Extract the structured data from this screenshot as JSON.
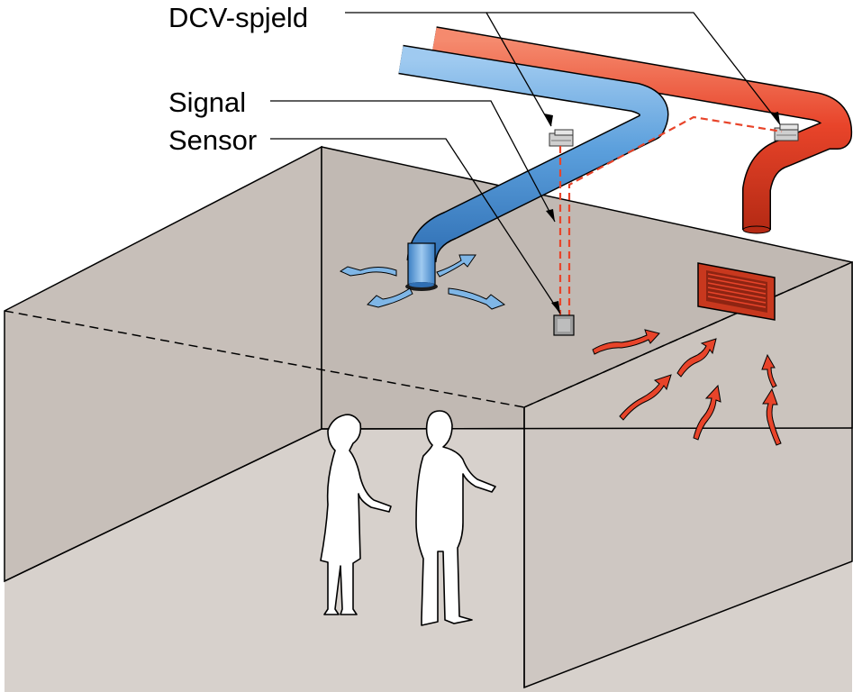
{
  "labels": {
    "dcv_damper": "DCV-spjeld",
    "signal": "Signal",
    "sensor": "Sensor"
  },
  "colors": {
    "wall": "#c7bfb9",
    "floor": "#d7d1cc",
    "supply_duct": "#5b9fdc",
    "return_duct": "#e8442a",
    "signal_line": "#e8442a",
    "grille": "#c8381e",
    "person": "#ffffff",
    "outline": "#000000"
  },
  "icons": [
    "supply-air-arrow-icon",
    "exhaust-air-arrow-icon",
    "dcv-damper-icon",
    "co2-sensor-icon",
    "exhaust-grille-icon",
    "person-icon"
  ]
}
